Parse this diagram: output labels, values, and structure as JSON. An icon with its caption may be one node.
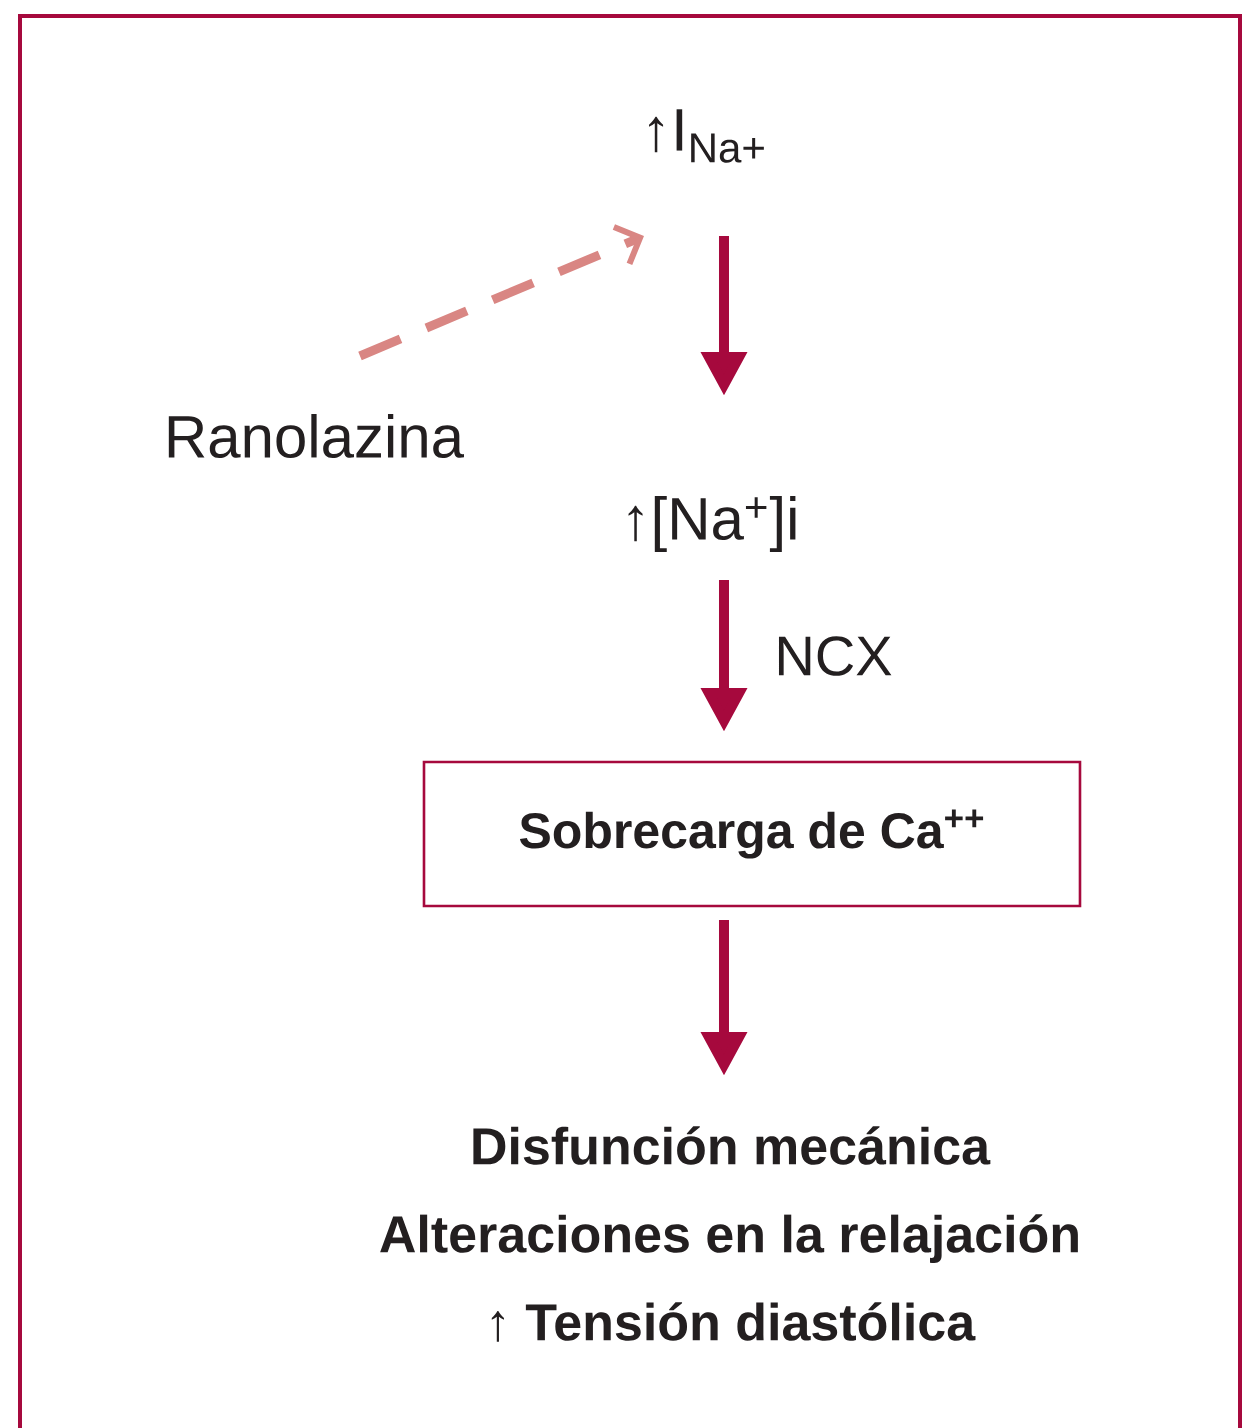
{
  "diagram": {
    "nodes": [
      {
        "text": [
          "↑I$_{Na+}$"
        ]
      },
      {
        "text": [
          "Ranolazina"
        ]
      },
      {
        "text": [
          "↑[Na$^{+}$]i"
        ]
      },
      {
        "text": [
          "Sobrecarga de Ca$^{++}$"
        ]
      },
      {
        "text": [
          "Disfunción mecánica",
          "Alteraciones en la relajación",
          "↑ Tensión diastólica"
        ]
      }
    ],
    "edges": [
      {
        "from": 1,
        "to": 0,
        "arrow": "to",
        "style": "dashed",
        "color": "#d98683"
      },
      {
        "from": 0,
        "to": 2,
        "arrow": "to"
      },
      {
        "from": 2,
        "to": 3,
        "arrow": "to",
        "label": "NCX"
      },
      {
        "from": 3,
        "to": 4,
        "arrow": "to"
      }
    ]
  }
}
